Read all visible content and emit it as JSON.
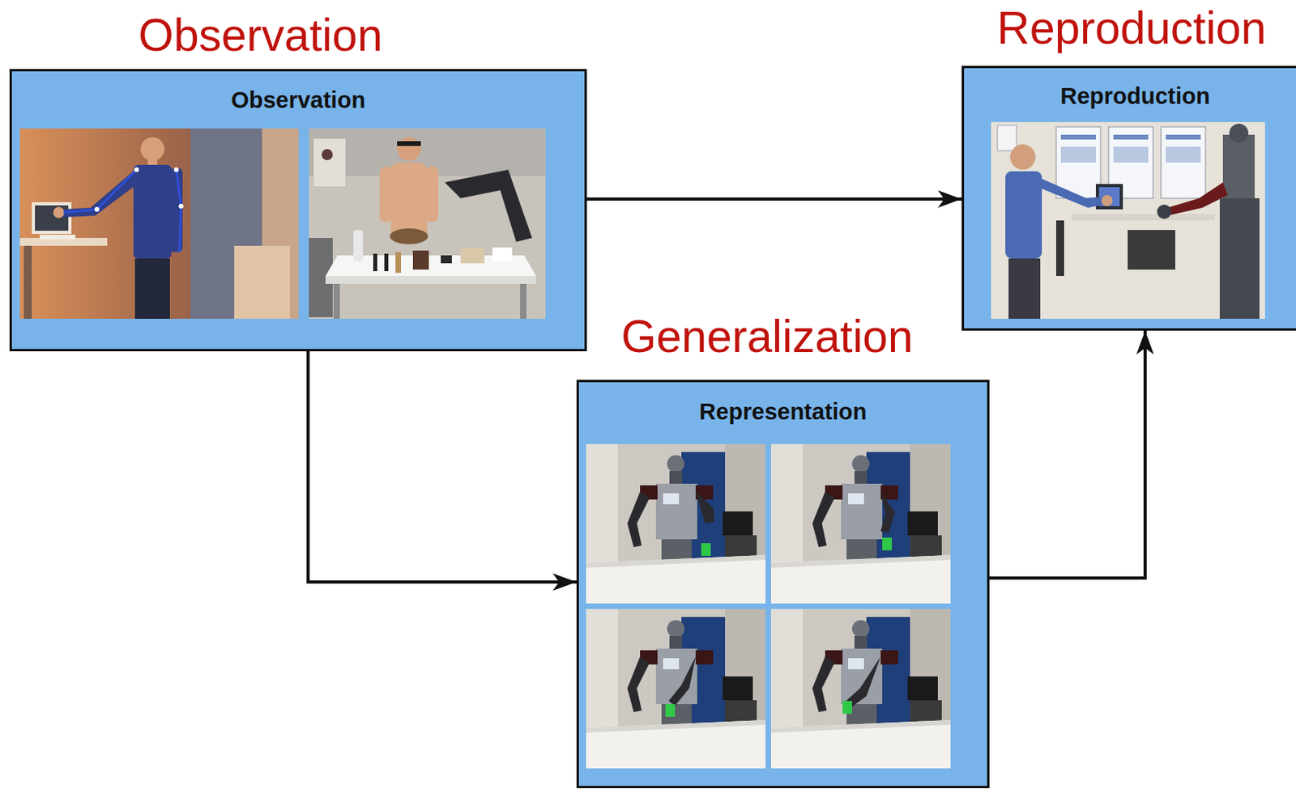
{
  "diagram": {
    "nodes": [
      {
        "text": [
          "Observation",
          "Observation"
        ]
      },
      {
        "text": [
          "Reproduction",
          "Reproduction"
        ]
      },
      {
        "text": [
          "Generalization",
          "Representation"
        ]
      }
    ],
    "edges": [
      {
        "from": 0,
        "to": 1,
        "arrow": "to"
      },
      {
        "from": 0,
        "to": 2,
        "arrow": "to"
      },
      {
        "from": 2,
        "to": 1,
        "arrow": "to"
      }
    ]
  }
}
